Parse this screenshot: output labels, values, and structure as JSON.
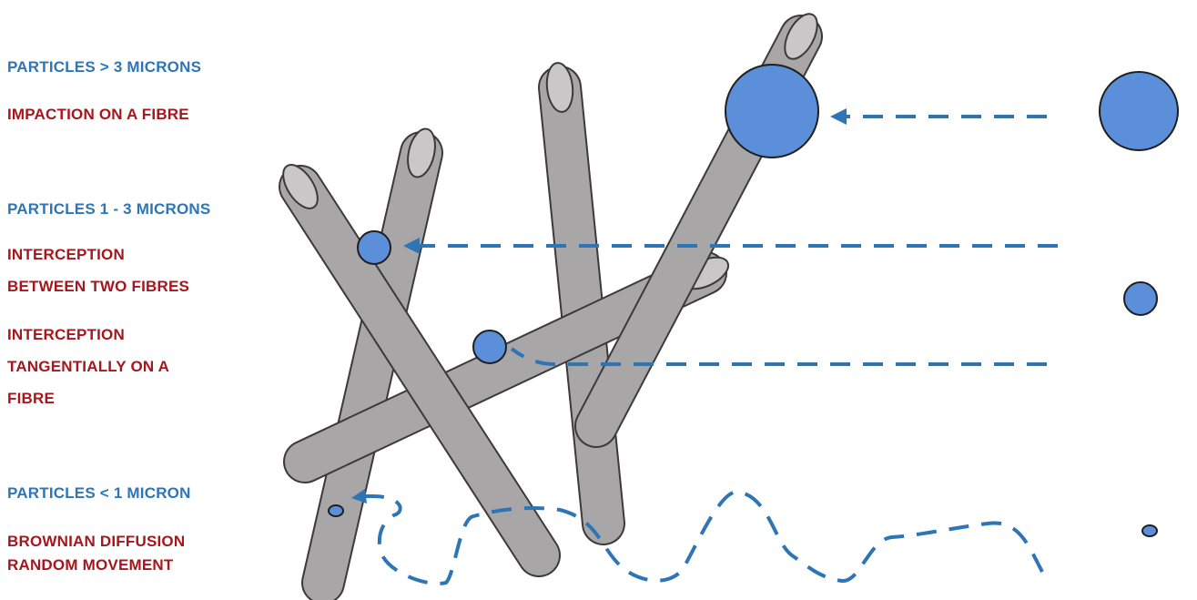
{
  "labels": {
    "size_gt3": "PARTICLES > 3 MICRONS",
    "impaction": "IMPACTION ON A FIBRE",
    "size_1to3": "PARTICLES  1 - 3 MICRONS",
    "interception_two_l1": "INTERCEPTION",
    "interception_two_l2": "BETWEEN TWO FIBRES",
    "interception_tan_l1": "INTERCEPTION",
    "interception_tan_l2": "TANGENTIALLY ON A",
    "interception_tan_l3": "FIBRE",
    "size_lt1": "PARTICLES < 1 MICRON",
    "brownian_l1": "BROWNIAN DIFFUSION",
    "brownian_l2": "RANDOM MOVEMENT"
  },
  "colors": {
    "size_text": "#2e75b6",
    "mechanism_text": "#a6161c",
    "fibre_fill": "#a8a6a7",
    "fibre_end": "#c9c7c8",
    "particle_fill": "#5b8fd9",
    "path_stroke": "#2e75b6"
  }
}
